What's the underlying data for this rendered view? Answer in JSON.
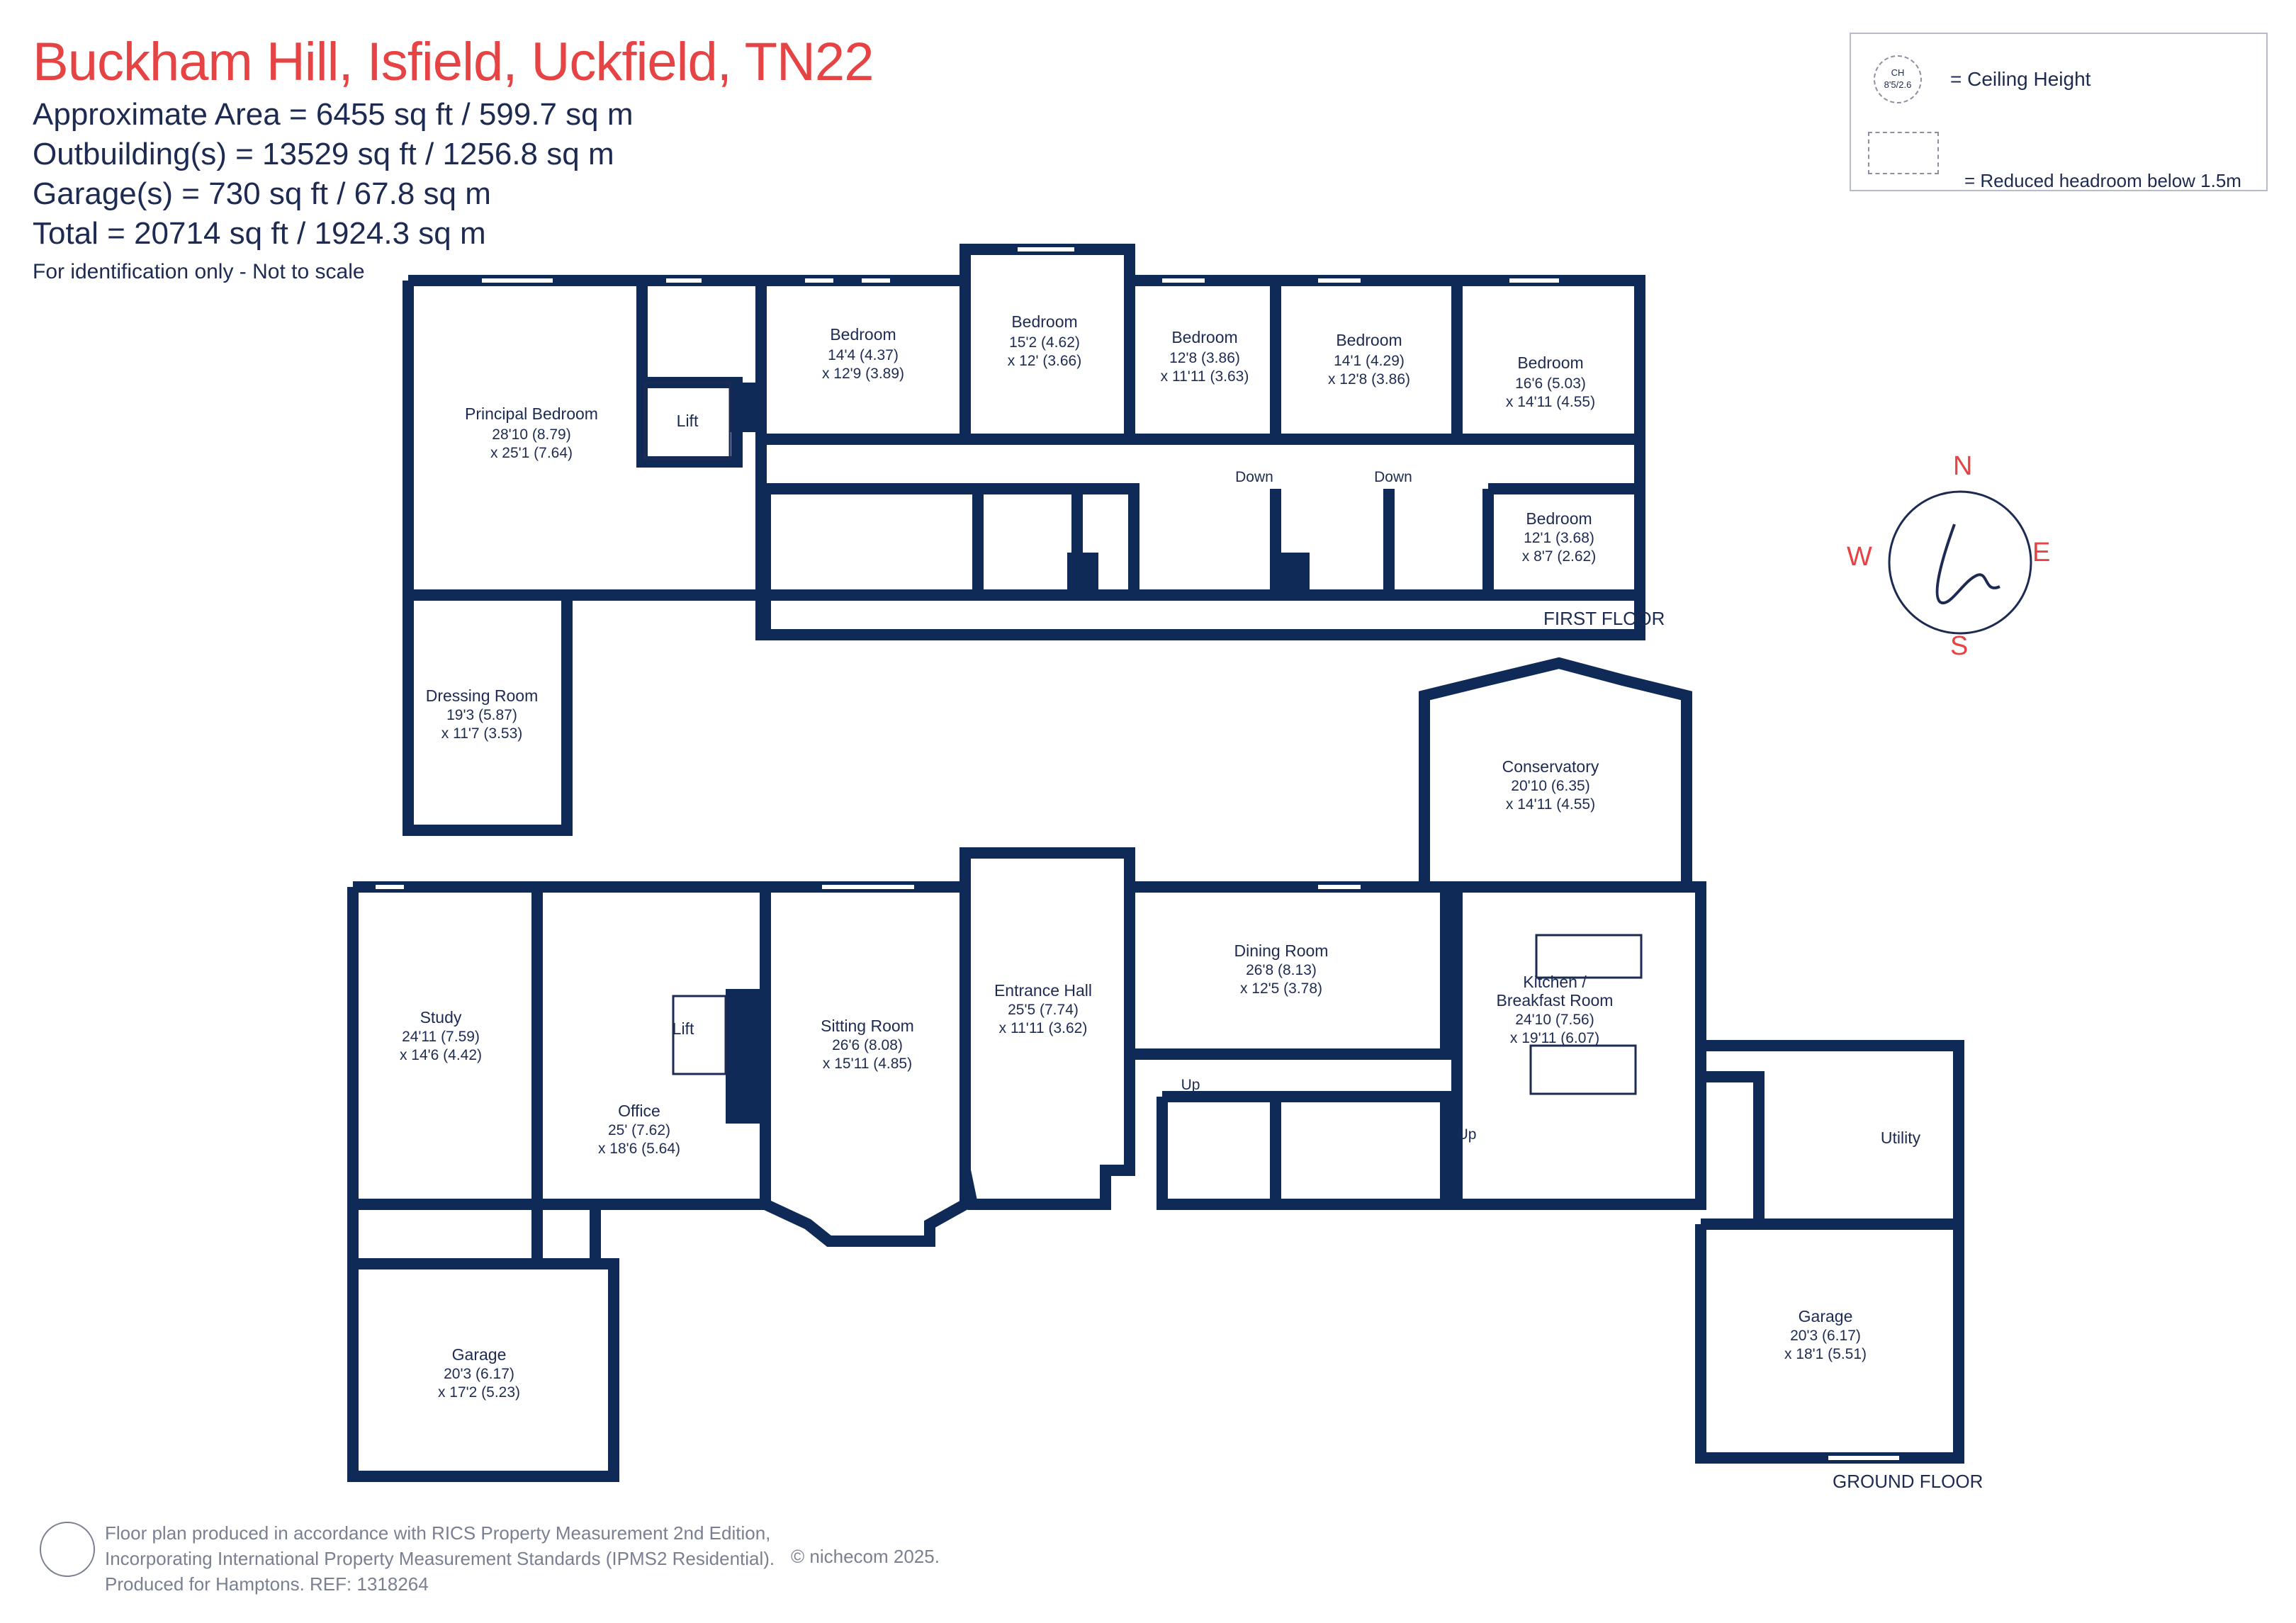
{
  "header": {
    "title": "Buckham Hill, Isfield, Uckfield, TN22",
    "approx_area": "Approximate Area = 6455 sq ft / 599.7 sq m",
    "outbuildings": "Outbuilding(s) = 13529 sq ft / 1256.8 sq m",
    "garages": "Garage(s) = 730 sq ft / 67.8 sq m",
    "total": "Total = 20714 sq ft / 1924.3 sq m",
    "note": "For identification only - Not to scale"
  },
  "legend": {
    "ceiling_icon_label": "CH",
    "ceiling_icon_value": "8'5/2.6",
    "ceiling_text": "= Ceiling Height",
    "headroom_text": "= Reduced headroom below 1.5m"
  },
  "compass": {
    "n": "N",
    "e": "E",
    "s": "S",
    "w": "W"
  },
  "floors": {
    "first": "FIRST FLOOR",
    "ground": "GROUND FLOOR"
  },
  "rooms": {
    "principal_bedroom": {
      "name": "Principal Bedroom",
      "dim1": "28'10 (8.79)",
      "dim2": "x 25'1 (7.64)"
    },
    "bedroom1": {
      "name": "Bedroom",
      "dim1": "14'4 (4.37)",
      "dim2": "x 12'9 (3.89)"
    },
    "bedroom2": {
      "name": "Bedroom",
      "dim1": "15'2 (4.62)",
      "dim2": "x 12' (3.66)"
    },
    "bedroom3": {
      "name": "Bedroom",
      "dim1": "12'8 (3.86)",
      "dim2": "x 11'11 (3.63)"
    },
    "bedroom4": {
      "name": "Bedroom",
      "dim1": "14'1 (4.29)",
      "dim2": "x 12'8 (3.86)"
    },
    "bedroom5": {
      "name": "Bedroom",
      "dim1": "16'6 (5.03)",
      "dim2": "x 14'11 (4.55)"
    },
    "bedroom6": {
      "name": "Bedroom",
      "dim1": "12'1 (3.68)",
      "dim2": "x 8'7 (2.62)"
    },
    "dressing_room": {
      "name": "Dressing Room",
      "dim1": "19'3 (5.87)",
      "dim2": "x 11'7 (3.53)"
    },
    "conservatory": {
      "name": "Conservatory",
      "dim1": "20'10 (6.35)",
      "dim2": "x 14'11 (4.55)"
    },
    "study": {
      "name": "Study",
      "dim1": "24'11 (7.59)",
      "dim2": "x 14'6 (4.42)"
    },
    "office": {
      "name": "Office",
      "dim1": "25' (7.62)",
      "dim2": "x 18'6 (5.64)"
    },
    "sitting_room": {
      "name": "Sitting Room",
      "dim1": "26'6 (8.08)",
      "dim2": "x 15'11 (4.85)"
    },
    "entrance_hall": {
      "name": "Entrance Hall",
      "dim1": "25'5 (7.74)",
      "dim2": "x 11'11 (3.62)"
    },
    "dining_room": {
      "name": "Dining Room",
      "dim1": "26'8 (8.13)",
      "dim2": "x 12'5 (3.78)"
    },
    "kitchen": {
      "name1": "Kitchen /",
      "name2": "Breakfast Room",
      "dim1": "24'10 (7.56)",
      "dim2": "x 19'11 (6.07)"
    },
    "utility": {
      "name": "Utility"
    },
    "garage_left": {
      "name": "Garage",
      "dim1": "20'3 (6.17)",
      "dim2": "x 17'2 (5.23)"
    },
    "garage_right": {
      "name": "Garage",
      "dim1": "20'3 (6.17)",
      "dim2": "x 18'1 (5.51)"
    },
    "lift_first": "Lift",
    "lift_ground": "Lift"
  },
  "stairs": {
    "down1": "Down",
    "down2": "Down",
    "up1": "Up",
    "up2": "Up"
  },
  "footer": {
    "line1": "Floor plan produced in accordance with RICS Property Measurement 2nd Edition,",
    "line2": "Incorporating International Property Measurement Standards (IPMS2 Residential).",
    "line3": "Produced for Hamptons.   REF:  1318264",
    "copyright": "© nichecom 2025."
  },
  "colors": {
    "wall": "#0f2a57",
    "title": "#e64345",
    "text": "#1d2b52",
    "compass": "#e64345"
  }
}
